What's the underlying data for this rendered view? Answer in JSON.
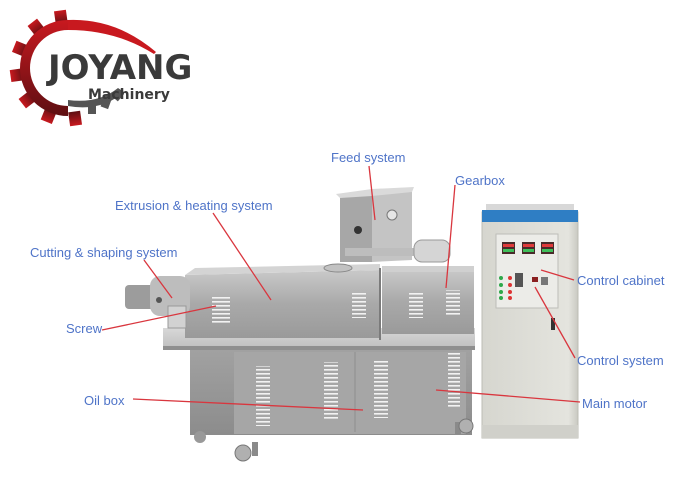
{
  "logo": {
    "brand": "JOYANG",
    "subtitle": "Machinery",
    "gear_color": "#b8171c",
    "gear_dark_color": "#6a1014",
    "text_color": "#3a3a3a"
  },
  "diagram": {
    "subject": "Twin screw extruder machine",
    "label_color": "#4f74c8",
    "leader_color": "#d9363e",
    "labels": [
      {
        "id": "feed-system",
        "text": "Feed system"
      },
      {
        "id": "gearbox",
        "text": "Gearbox"
      },
      {
        "id": "extrusion-heating-system",
        "text": "Extrusion & heating system"
      },
      {
        "id": "cutting-shaping-system",
        "text": "Cutting & shaping system"
      },
      {
        "id": "control-cabinet",
        "text": "Control cabinet"
      },
      {
        "id": "screw",
        "text": "Screw"
      },
      {
        "id": "control-system",
        "text": "Control system"
      },
      {
        "id": "oil-box",
        "text": "Oil box"
      },
      {
        "id": "main-motor",
        "text": "Main motor"
      }
    ]
  }
}
